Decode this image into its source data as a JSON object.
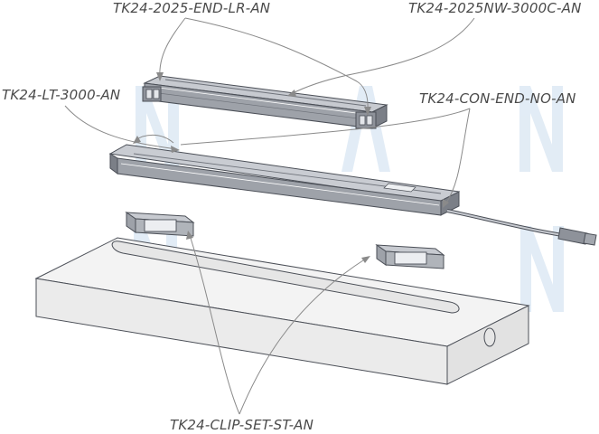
{
  "labels": {
    "end_cap_lr": "TK24-2025-END-LR-AN",
    "profile_nw": "TK24-2025NW-3000C-AN",
    "profile_lt": "TK24-LT-3000-AN",
    "connector_end": "TK24-CON-END-NO-AN",
    "clip_set": "TK24-CLIP-SET-ST-AN"
  },
  "watermark": {
    "text": "NAN",
    "color": "#dbe8f3"
  },
  "colors": {
    "part_fill": "#a3a7ae",
    "part_dark": "#6e727a",
    "part_light": "#c7cad0",
    "outline": "#4b4f57",
    "leader": "#8a8a8a",
    "block_fill": "#f1f1f1"
  }
}
